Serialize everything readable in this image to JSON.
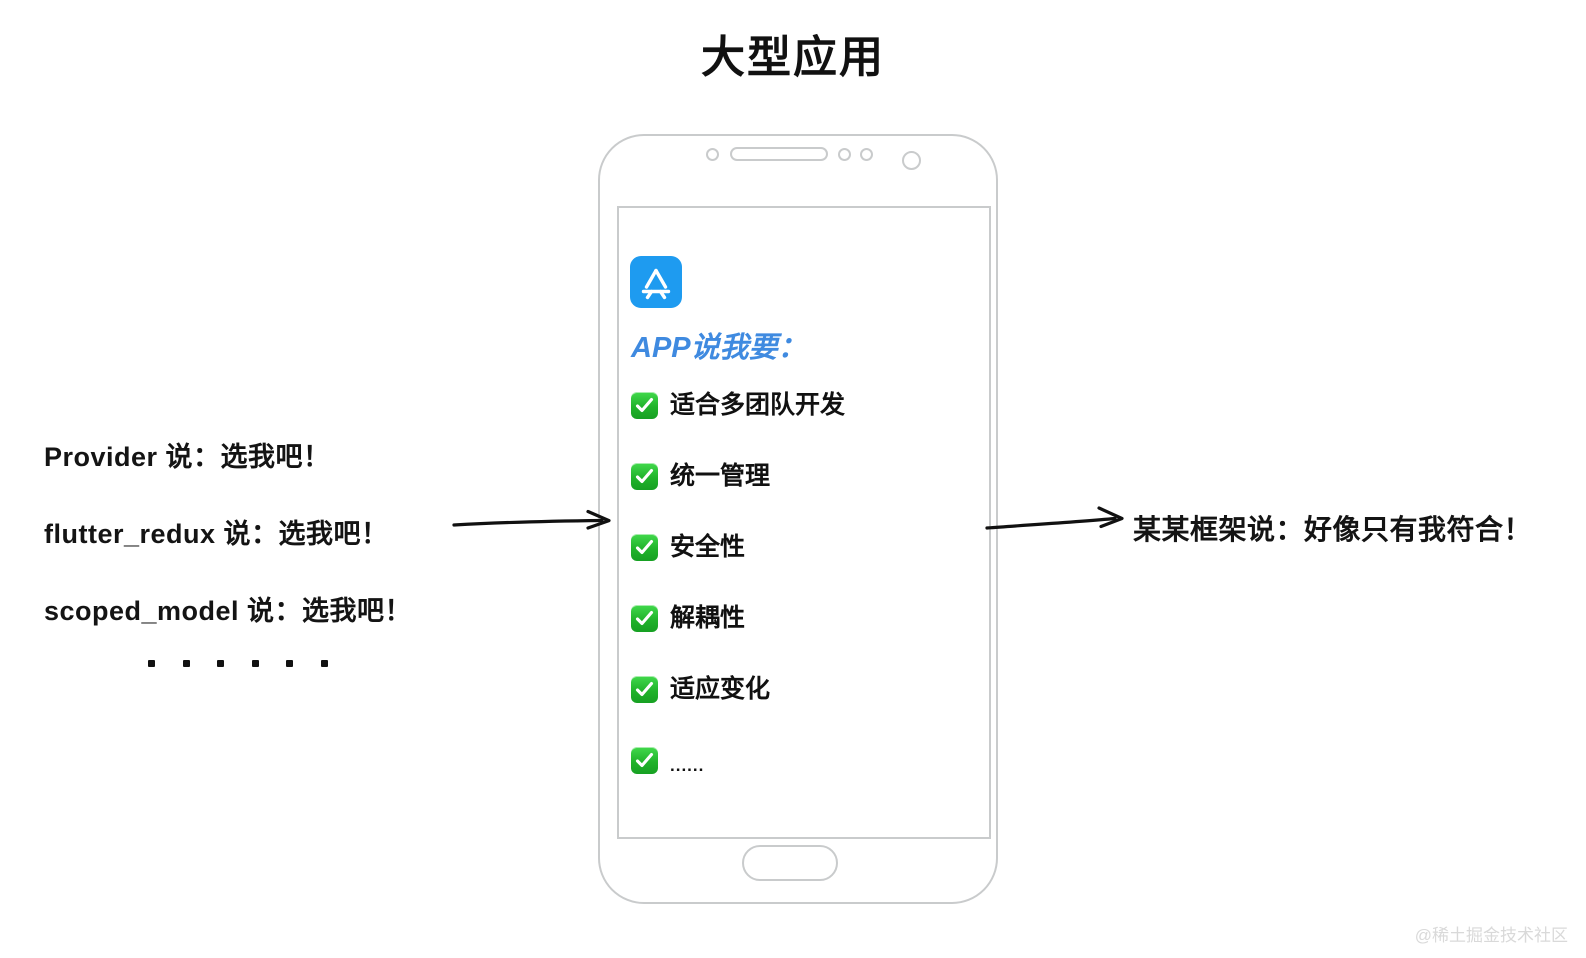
{
  "page": {
    "title": "大型应用",
    "background_color": "#ffffff"
  },
  "phone": {
    "frame_color": "#c9cbcc",
    "hardware": {
      "earpiece": "speaker-slot",
      "sensor_left": "sensor-dot",
      "sensor_mid": "sensor-dot",
      "sensor_right": "sensor-dot",
      "camera": "front-camera",
      "home": "home-button"
    },
    "screen": {
      "app_icon_name": "app-store-icon",
      "app_icon_color": "#1e9bf0",
      "headline": "APP说我要：",
      "headline_color": "#3f8ae0",
      "checkbox_color": "#21b32b",
      "checklist": [
        {
          "label": "适合多团队开发",
          "checked": true
        },
        {
          "label": "统一管理",
          "checked": true
        },
        {
          "label": "安全性",
          "checked": true
        },
        {
          "label": "解耦性",
          "checked": true
        },
        {
          "label": "适应变化",
          "checked": true
        },
        {
          "label": "......",
          "checked": true
        }
      ]
    }
  },
  "left_captions": {
    "lines": [
      "Provider 说：选我吧！",
      "flutter_redux 说：选我吧！",
      "scoped_model 说：选我吧！"
    ],
    "dots_count": 6
  },
  "arrows": {
    "left_arrow_name": "arrow-left-to-phone",
    "right_arrow_name": "arrow-phone-to-right",
    "stroke_color": "#111111"
  },
  "right_caption": {
    "text": "某某框架说：好像只有我符合！"
  },
  "watermark": {
    "text": "@稀土掘金技术社区",
    "color": "#d9d9d9"
  }
}
